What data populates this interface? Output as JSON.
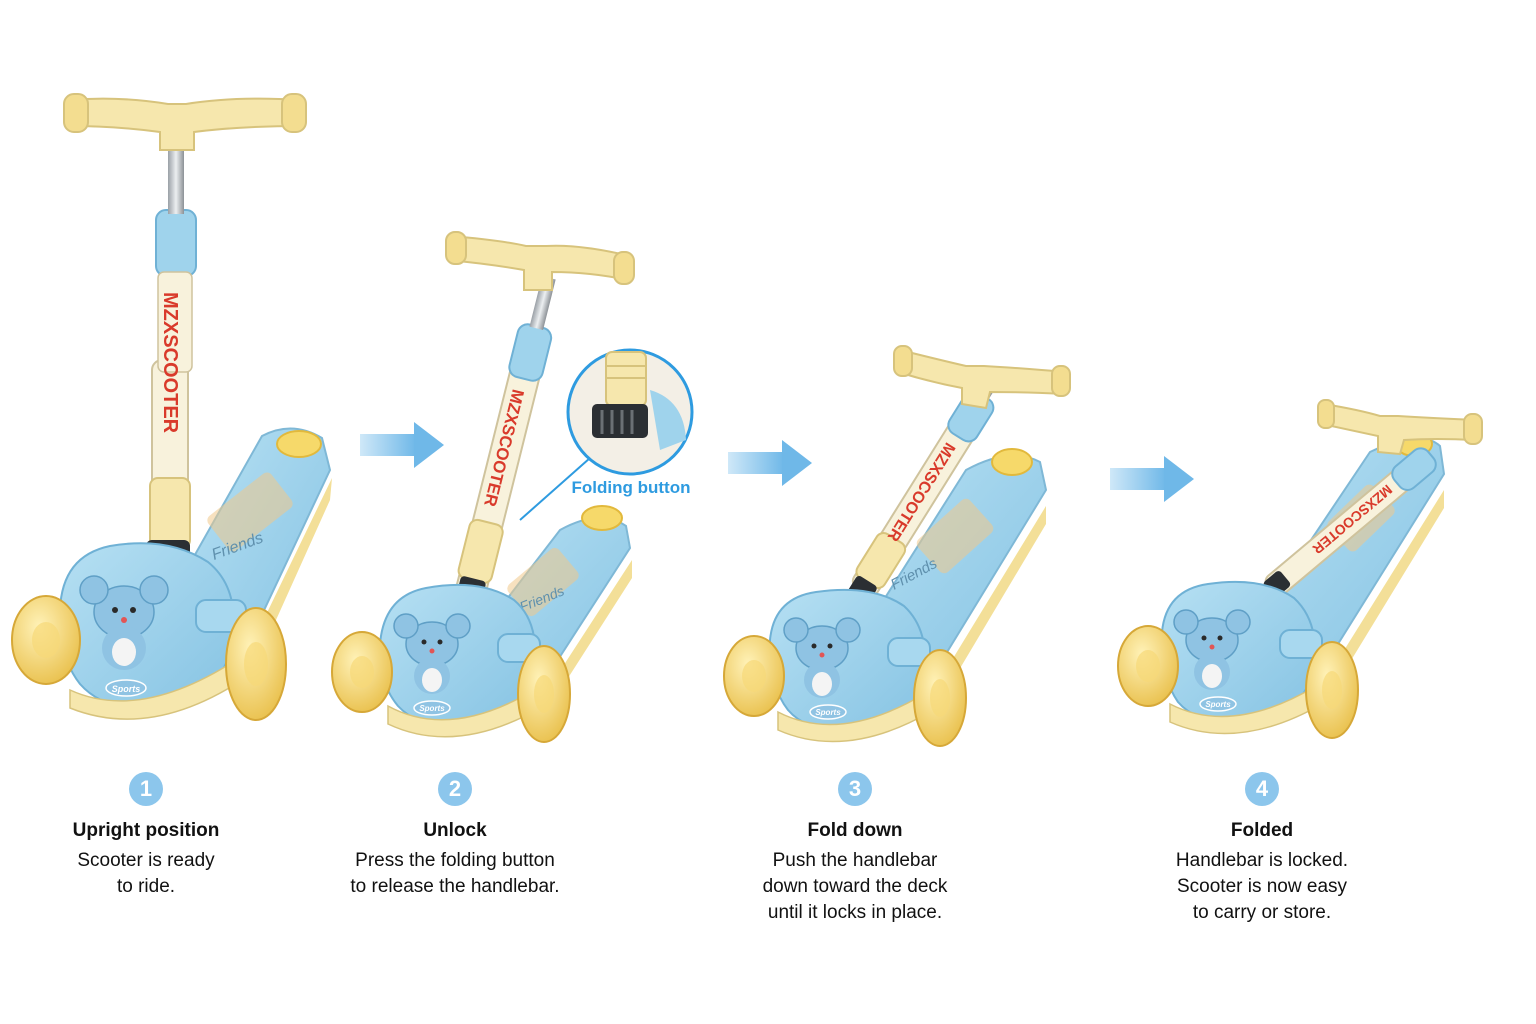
{
  "brand": {
    "stem_text": "MZXSCOOTER",
    "deck_text": "Friends",
    "badge_text": "Sports"
  },
  "callout": {
    "label": "Folding button"
  },
  "colors": {
    "body_blue": "#9fd3ec",
    "cream": "#f6e7ad",
    "wheel_yellow": "#f4d36a",
    "arrow_blue": "#8cc6ec",
    "callout_blue": "#2e9be0"
  },
  "steps": [
    {
      "number": "1",
      "title": "Upright position",
      "desc_lines": [
        "Scooter is ready",
        "to ride."
      ]
    },
    {
      "number": "2",
      "title": "Unlock",
      "desc_lines": [
        "Press the folding button",
        "to release the handlebar."
      ]
    },
    {
      "number": "3",
      "title": "Fold down",
      "desc_lines": [
        "Push the handlebar",
        "down toward the deck",
        "until it locks in place."
      ]
    },
    {
      "number": "4",
      "title": "Folded",
      "desc_lines": [
        "Handlebar is locked.",
        "Scooter is now easy",
        "to carry or store."
      ]
    }
  ]
}
